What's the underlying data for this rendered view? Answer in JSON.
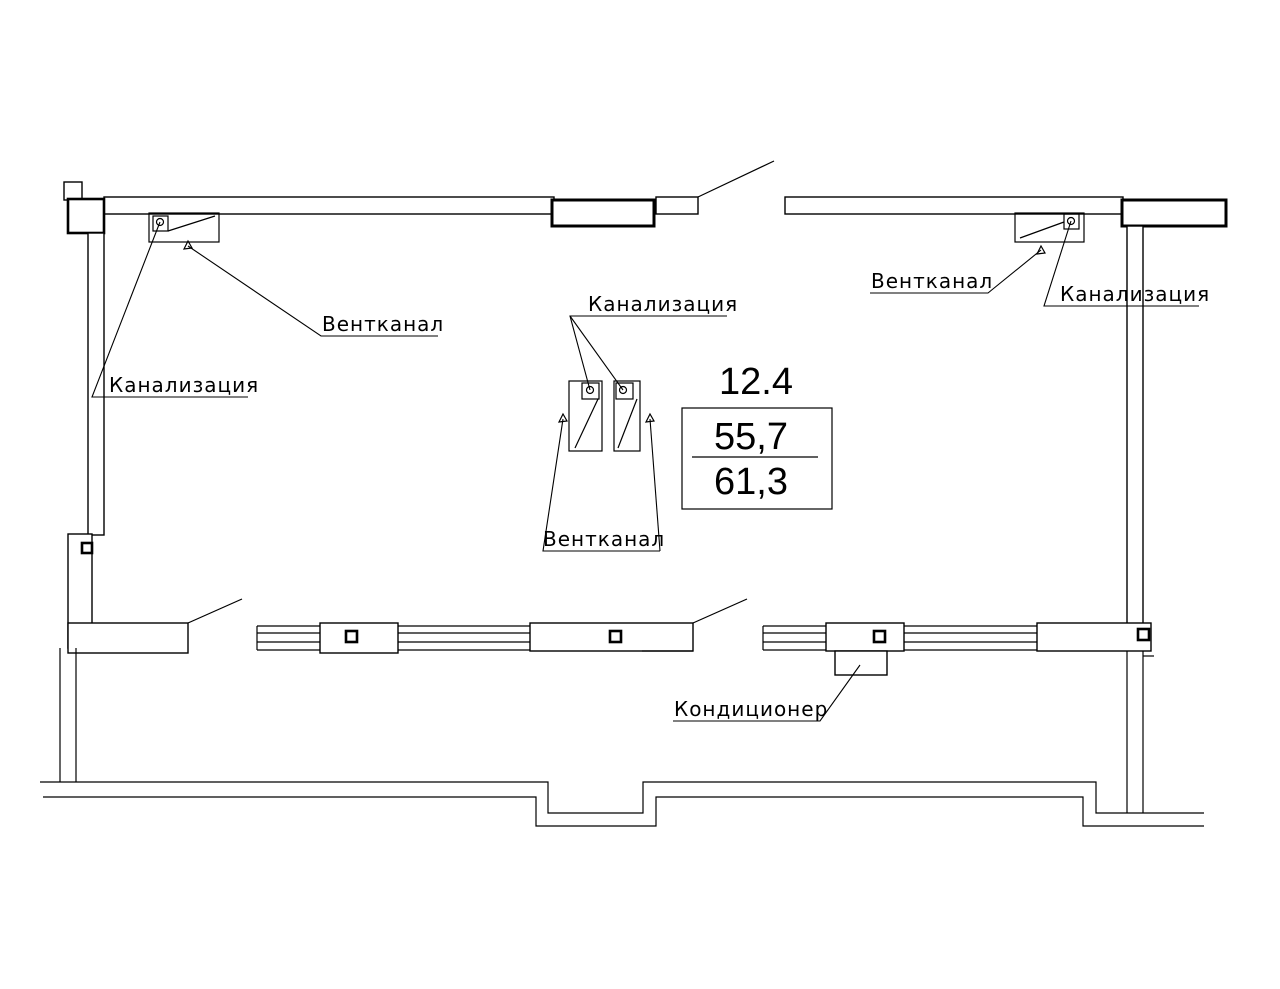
{
  "room": {
    "number": "12.4",
    "area_living": "55,7",
    "area_total": "61,3"
  },
  "labels": {
    "ventkanal_top_left": "Вентканал",
    "kanalizaciya_left": "Канализация",
    "kanalizaciya_center": "Канализация",
    "ventkanal_center": "Вентканал",
    "ventkanal_right": "Вентканал",
    "kanalizaciya_right": "Канализация",
    "konditsioner": "Кондиционер"
  },
  "colors": {
    "line": "#000000",
    "background": "#ffffff"
  }
}
